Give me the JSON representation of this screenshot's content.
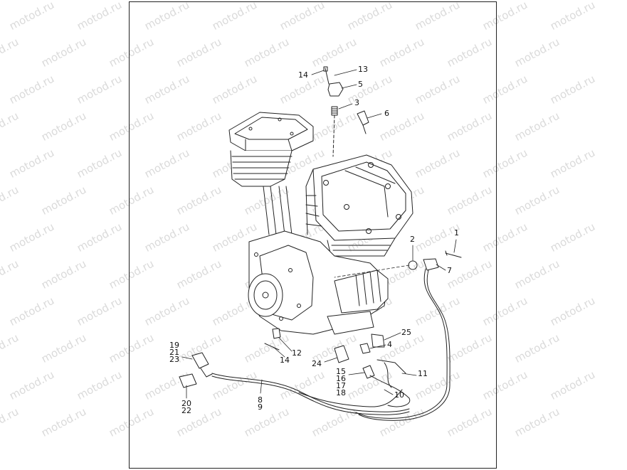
{
  "watermark": {
    "text": "motod.ru"
  },
  "callouts": [
    {
      "id": "c14a",
      "lines": [
        "14"
      ]
    },
    {
      "id": "c13",
      "lines": [
        "13"
      ]
    },
    {
      "id": "c5",
      "lines": [
        "5"
      ]
    },
    {
      "id": "c3",
      "lines": [
        "3"
      ]
    },
    {
      "id": "c6",
      "lines": [
        "6"
      ]
    },
    {
      "id": "c1",
      "lines": [
        "1"
      ]
    },
    {
      "id": "c2",
      "lines": [
        "2"
      ]
    },
    {
      "id": "c7",
      "lines": [
        "7"
      ]
    },
    {
      "id": "c25",
      "lines": [
        "25"
      ]
    },
    {
      "id": "c4",
      "lines": [
        "4"
      ]
    },
    {
      "id": "c19",
      "lines": [
        "19",
        "21",
        "23"
      ]
    },
    {
      "id": "c12",
      "lines": [
        "12"
      ]
    },
    {
      "id": "c14b",
      "lines": [
        "14"
      ]
    },
    {
      "id": "c24",
      "lines": [
        "24"
      ]
    },
    {
      "id": "c15",
      "lines": [
        "15",
        "16",
        "17",
        "18"
      ]
    },
    {
      "id": "c11",
      "lines": [
        "11"
      ]
    },
    {
      "id": "c10",
      "lines": [
        "10"
      ]
    },
    {
      "id": "c8",
      "lines": [
        "8",
        "9"
      ]
    },
    {
      "id": "c20",
      "lines": [
        "20",
        "22"
      ]
    }
  ]
}
